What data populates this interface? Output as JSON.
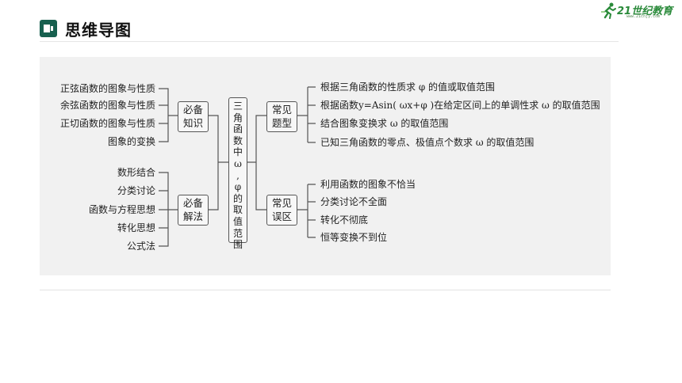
{
  "header": {
    "title": "思维导图"
  },
  "logo": {
    "text": "21世纪教育",
    "sub": "www.21cnjy.com",
    "icon": "running-figure-icon"
  },
  "colors": {
    "accent": "#17604f",
    "panel": "#f1f1f1",
    "logo_green": "#2a8a3a"
  },
  "center": {
    "chars": [
      "三",
      "角",
      "函",
      "数",
      "中",
      "ω",
      ",",
      "φ",
      "的",
      "取",
      "值",
      "范",
      "围"
    ]
  },
  "left_top": {
    "box": [
      "必备",
      "知识"
    ],
    "items": [
      "正弦函数的图象与性质",
      "余弦函数的图象与性质",
      "正切函数的图象与性质",
      "图象的变换"
    ]
  },
  "left_bottom": {
    "box": [
      "必备",
      "解法"
    ],
    "items": [
      "数形结合",
      "分类讨论",
      "函数与方程思想",
      "转化思想",
      "公式法"
    ]
  },
  "right_top": {
    "box": [
      "常见",
      "题型"
    ],
    "items": [
      "根据三角函数的性质求 φ 的值或取值范围",
      "根据函数y=Asin( ωx+φ )在给定区间上的单调性求 ω 的取值范围",
      "结合图象变换求 ω 的取值范围",
      "已知三角函数的零点、极值点个数求 ω 的取值范围"
    ]
  },
  "right_bottom": {
    "box": [
      "常见",
      "误区"
    ],
    "items": [
      "利用函数的图象不恰当",
      "分类讨论不全面",
      "转化不彻底",
      "恒等变换不到位"
    ]
  }
}
